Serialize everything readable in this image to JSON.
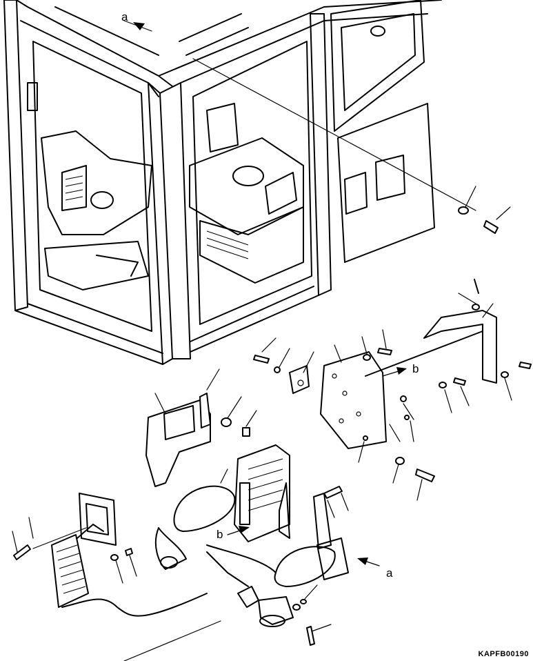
{
  "labels": {
    "a_top": "a",
    "a_bottom": "a",
    "b_right": "b",
    "b_left": "b"
  },
  "drawing_code": "KAPFB00190"
}
